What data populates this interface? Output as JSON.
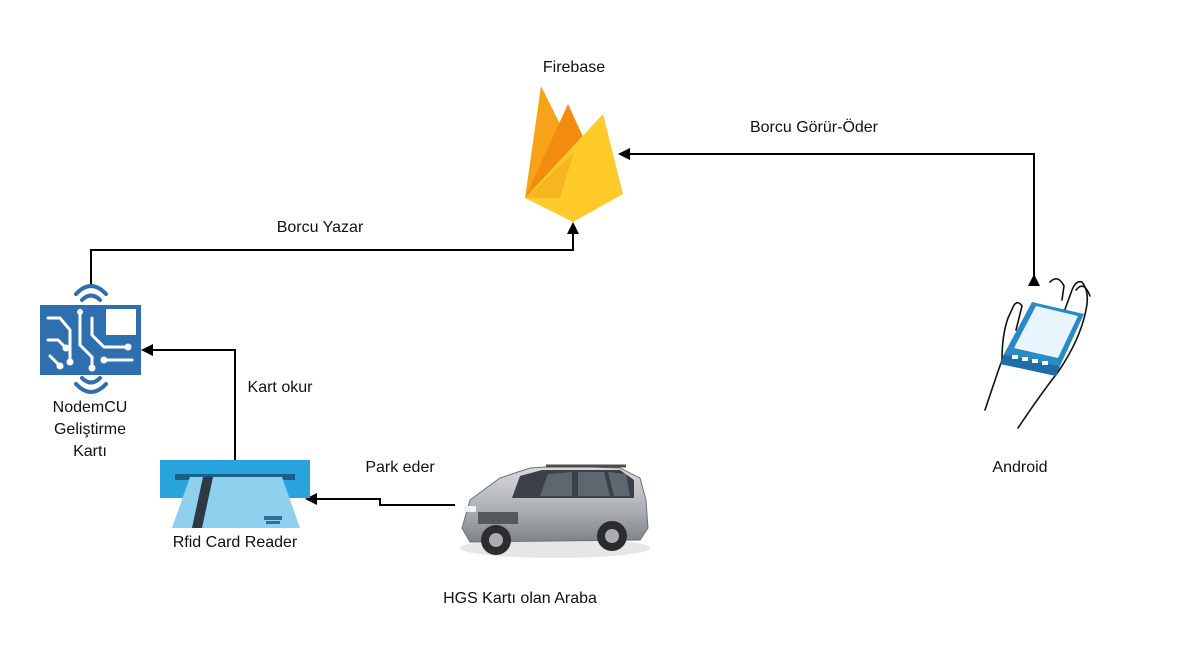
{
  "nodes": {
    "firebase": {
      "label": "Firebase",
      "icon": "firebase-flame-icon"
    },
    "nodemcu": {
      "label_lines": [
        "NodemCU",
        "Geliştirme",
        "Kartı"
      ],
      "icon": "circuit-board-icon"
    },
    "rfid": {
      "label": "Rfid Card Reader",
      "icon": "card-reader-icon"
    },
    "car": {
      "label": "HGS Kartı olan Araba",
      "icon": "suv-car-icon"
    },
    "android": {
      "label": "Android",
      "icon": "phone-in-hand-icon"
    }
  },
  "edges": {
    "nodemcu_to_firebase": "Borcu Yazar",
    "android_firebase": "Borcu Görür-Öder",
    "rfid_to_nodemcu": "Kart okur",
    "car_to_rfid": "Park eder"
  },
  "colors": {
    "line": "#000000",
    "board_blue": "#2e6fb0",
    "reader_blue": "#29a3dc",
    "reader_light": "#8fd0ee",
    "phone_blue": "#2a8ac8",
    "flame_orange": "#f6a31a",
    "flame_yellow": "#ffcb2b",
    "flame_dark": "#f28c0f",
    "car_silver": "#b9bcc0"
  }
}
